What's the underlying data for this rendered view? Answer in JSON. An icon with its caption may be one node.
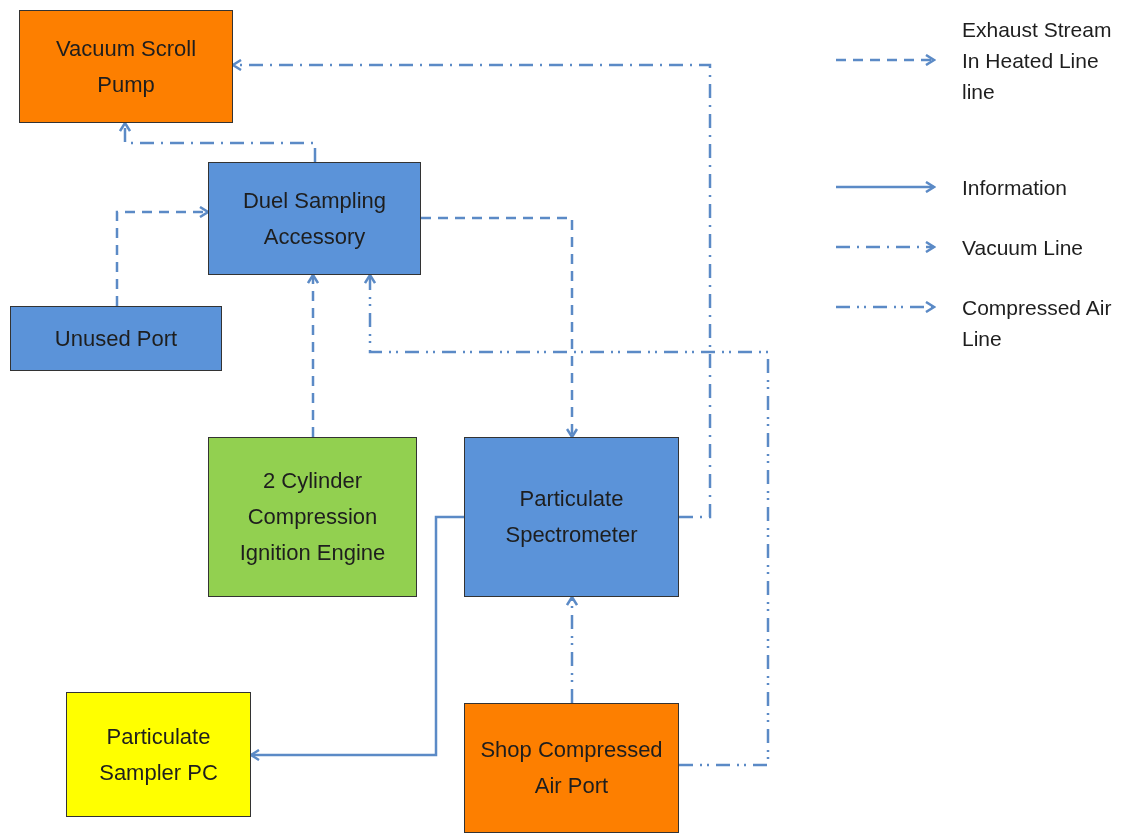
{
  "diagram": {
    "nodes": [
      {
        "text": [
          "Vacuum Scroll Pump"
        ]
      },
      {
        "text": [
          "Duel Sampling Accessory"
        ]
      },
      {
        "text": [
          "Unused Port"
        ]
      },
      {
        "text": [
          "2 Cylinder Compression Ignition Engine"
        ]
      },
      {
        "text": [
          "Particulate Spectrometer"
        ]
      },
      {
        "text": [
          "Particulate Sampler PC"
        ]
      },
      {
        "text": [
          "Shop Compressed Air Port"
        ]
      }
    ],
    "edges": [
      {
        "from": 1,
        "to": 0,
        "arrow": "to",
        "style": "dashed"
      },
      {
        "from": 2,
        "to": 1,
        "arrow": "to",
        "style": "dashed"
      },
      {
        "from": 3,
        "to": 1,
        "arrow": "to",
        "style": "dashed"
      },
      {
        "from": 1,
        "to": 4,
        "arrow": "to",
        "style": "dashed"
      },
      {
        "from": 4,
        "to": 0,
        "arrow": "to",
        "style": "dashed"
      },
      {
        "from": 4,
        "to": 5,
        "arrow": "to"
      },
      {
        "from": 6,
        "to": 4,
        "arrow": "to",
        "style": "dashed"
      },
      {
        "from": 6,
        "to": 1,
        "arrow": "to",
        "style": "dashed"
      }
    ],
    "legend": [
      {
        "text": "Exhaust Stream In Heated Line line"
      },
      {
        "text": "Information"
      },
      {
        "text": "Vacuum Line"
      },
      {
        "text": "Compressed Air Line"
      }
    ]
  }
}
